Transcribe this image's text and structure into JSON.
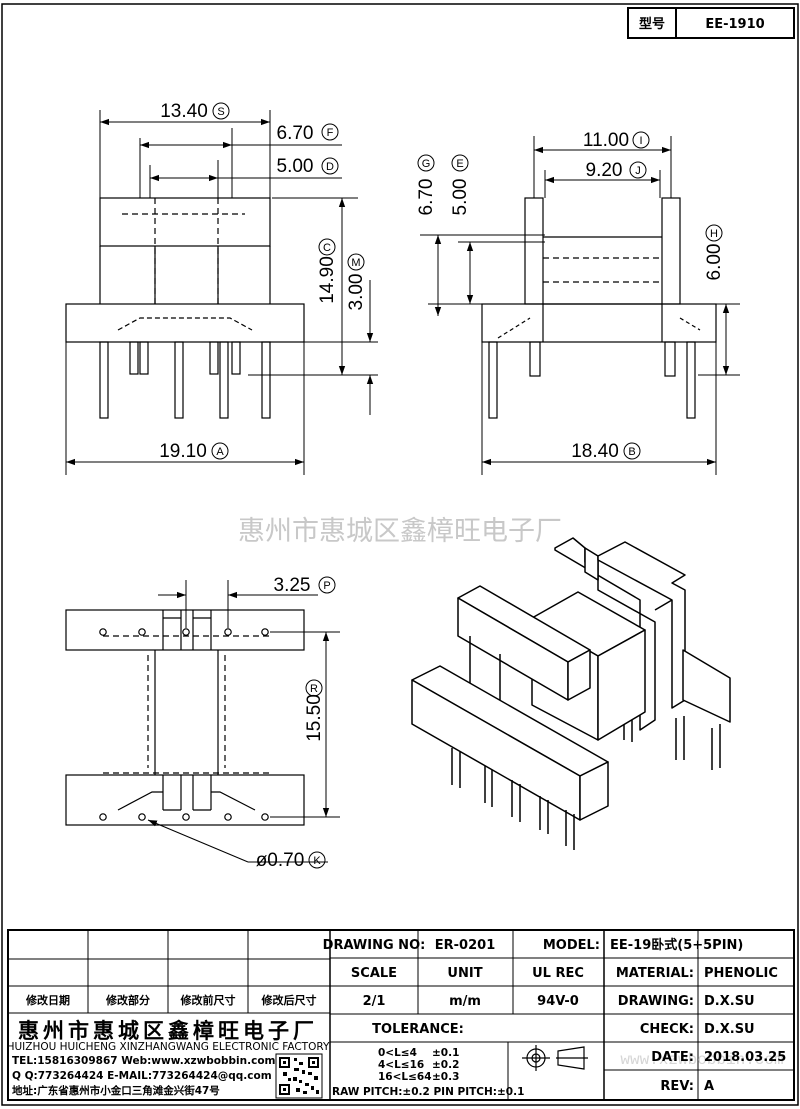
{
  "header": {
    "label": "型号",
    "model_code": "EE-1910"
  },
  "dimensions": {
    "s": "13.40",
    "f": "6.70",
    "d": "5.00",
    "c": "14.90",
    "m": "3.00",
    "a": "19.10",
    "i": "11.00",
    "j": "9.20",
    "g": "6.70",
    "e": "5.00",
    "h": "6.00",
    "b": "18.40",
    "p": "3.25",
    "r": "15.50",
    "k": "ø0.70",
    "letters": {
      "s": "S",
      "f": "F",
      "d": "D",
      "c": "C",
      "m": "M",
      "a": "A",
      "i": "I",
      "j": "J",
      "g": "G",
      "e": "E",
      "h": "H",
      "b": "B",
      "p": "P",
      "r": "R",
      "k": "K"
    }
  },
  "watermark": {
    "text": "惠州市惠城区鑫樟旺电子厂",
    "url": "www.xzwbobbin.com"
  },
  "revision_headers": [
    "修改日期",
    "修改部分",
    "修改前尺寸",
    "修改后尺寸"
  ],
  "title_block": {
    "drawing_no_label": "DRAWING NO:",
    "drawing_no": "ER-0201",
    "model_label": "MODEL:",
    "model": "EE-19卧式(5+5PIN)",
    "scale_label": "SCALE",
    "scale": "2/1",
    "unit_label": "UNIT",
    "unit": "m/m",
    "ul_label": "UL REC",
    "ul": "94V-0",
    "material_label": "MATERIAL:",
    "material": "PHENOLIC",
    "drawing_label": "DRAWING:",
    "drawing": "D.X.SU",
    "check_label": "CHECK:",
    "check": "D.X.SU",
    "date_label": "DATE:",
    "date": "2018.03.25",
    "rev_label": "REV:",
    "rev": "A",
    "tolerance_label": "TOLERANCE:",
    "tolerances": [
      {
        "range": "0<L≤4",
        "value": "±0.1"
      },
      {
        "range": "4<L≤16",
        "value": "±0.2"
      },
      {
        "range": "16<L≤64",
        "value": "±0.3"
      }
    ],
    "pitch": "RAW PITCH:±0.2 PIN PITCH:±0.1"
  },
  "company": {
    "name_cn": "惠州市惠城区鑫樟旺电子厂",
    "name_en": "HUIZHOU HUICHENG XINZHANGWANG ELECTRONIC FACTORY",
    "tel": "TEL:15816309867 Web:www.xzwbobbin.com",
    "qq": "Q Q:773264424 E-MAIL:773264424@qq.com",
    "address": "地址:广东省惠州市小金口三角滩金兴街47号"
  }
}
